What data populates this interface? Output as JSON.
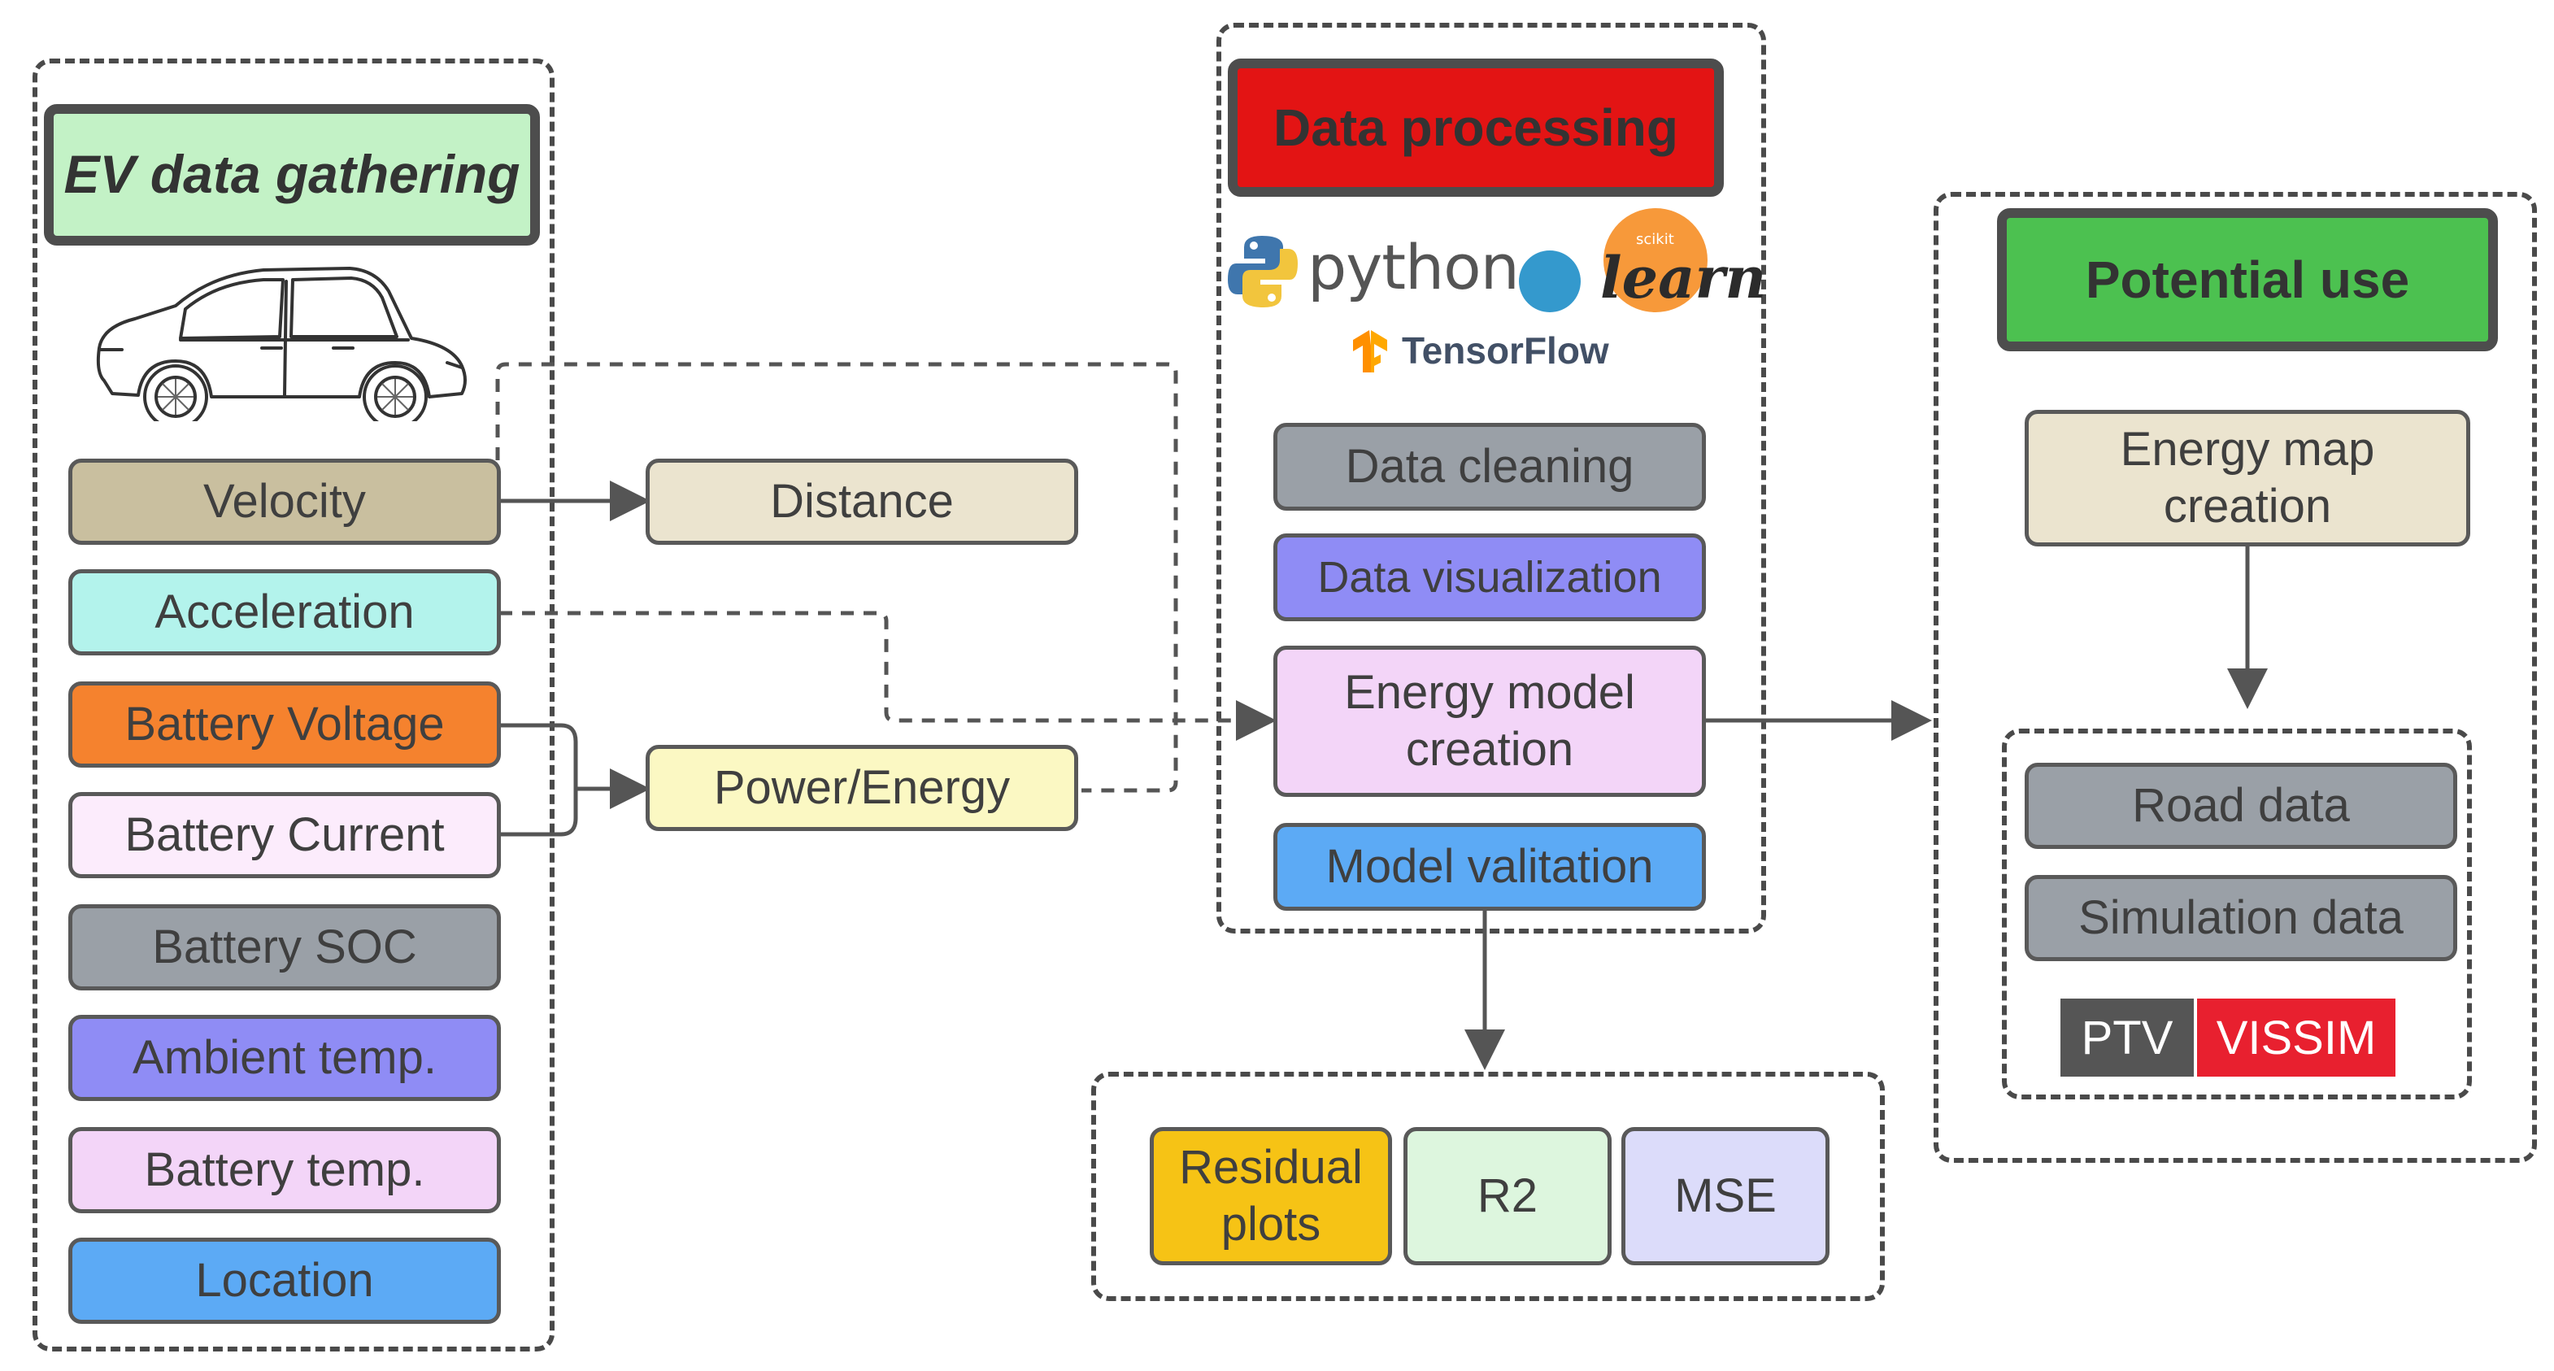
{
  "ev_section": {
    "title": "EV data gathering",
    "signals": {
      "velocity": "Velocity",
      "acceleration": "Acceleration",
      "battery_voltage": "Battery Voltage",
      "battery_current": "Battery Current",
      "battery_soc": "Battery SOC",
      "ambient_temp": "Ambient temp.",
      "battery_temp": "Battery temp.",
      "location": "Location"
    }
  },
  "derived": {
    "distance": "Distance",
    "power_energy": "Power/Energy"
  },
  "processing_section": {
    "title": "Data processing",
    "logos": {
      "python": "python",
      "sklearn_small": "scikit",
      "sklearn": "learn",
      "tensorflow": "TensorFlow"
    },
    "steps": {
      "cleaning": "Data cleaning",
      "visualization": "Data visualization",
      "model_line1": "Energy model",
      "model_line2": "creation",
      "validation": "Model valitation"
    }
  },
  "validation_section": {
    "residual_line1": "Residual",
    "residual_line2": "plots",
    "r2": "R2",
    "mse": "MSE"
  },
  "use_section": {
    "title": "Potential use",
    "energy_map_line1": "Energy map",
    "energy_map_line2": "creation",
    "road_data": "Road data",
    "simulation_data": "Simulation data",
    "ptv": "PTV",
    "vissim": "VISSIM"
  },
  "colors": {
    "ev_title": "#c3f2c6",
    "processing_title": "#e31414",
    "use_title": "#4cc150",
    "velocity": "#c9bf9f",
    "acceleration": "#b3f3ec",
    "battery_voltage": "#f5822e",
    "battery_current": "#fcecfc",
    "battery_soc": "#9aa0a7",
    "ambient_temp": "#8f8cf5",
    "battery_temp": "#f3d5f8",
    "location": "#5caaf5",
    "distance": "#ebe4cf",
    "power_energy": "#fbf8c3",
    "data_cleaning": "#9aa0a7",
    "data_visualization": "#8f8cf5",
    "energy_model": "#f3d5f8",
    "model_validation": "#5caaf5",
    "residual": "#f6c315",
    "r2": "#ddf6de",
    "mse": "#dcdcfa",
    "energy_map": "#ebe4cf",
    "road_data": "#9aa0a7",
    "simulation_data": "#9aa0a7",
    "ptv": "#555555",
    "vissim": "#e8202f",
    "python_blue": "#3f76ad",
    "python_yellow": "#f2c53d",
    "sklearn_orange": "#f7993a",
    "sklearn_blue": "#3499cd",
    "tensorflow_orange": "#ff8f00"
  }
}
